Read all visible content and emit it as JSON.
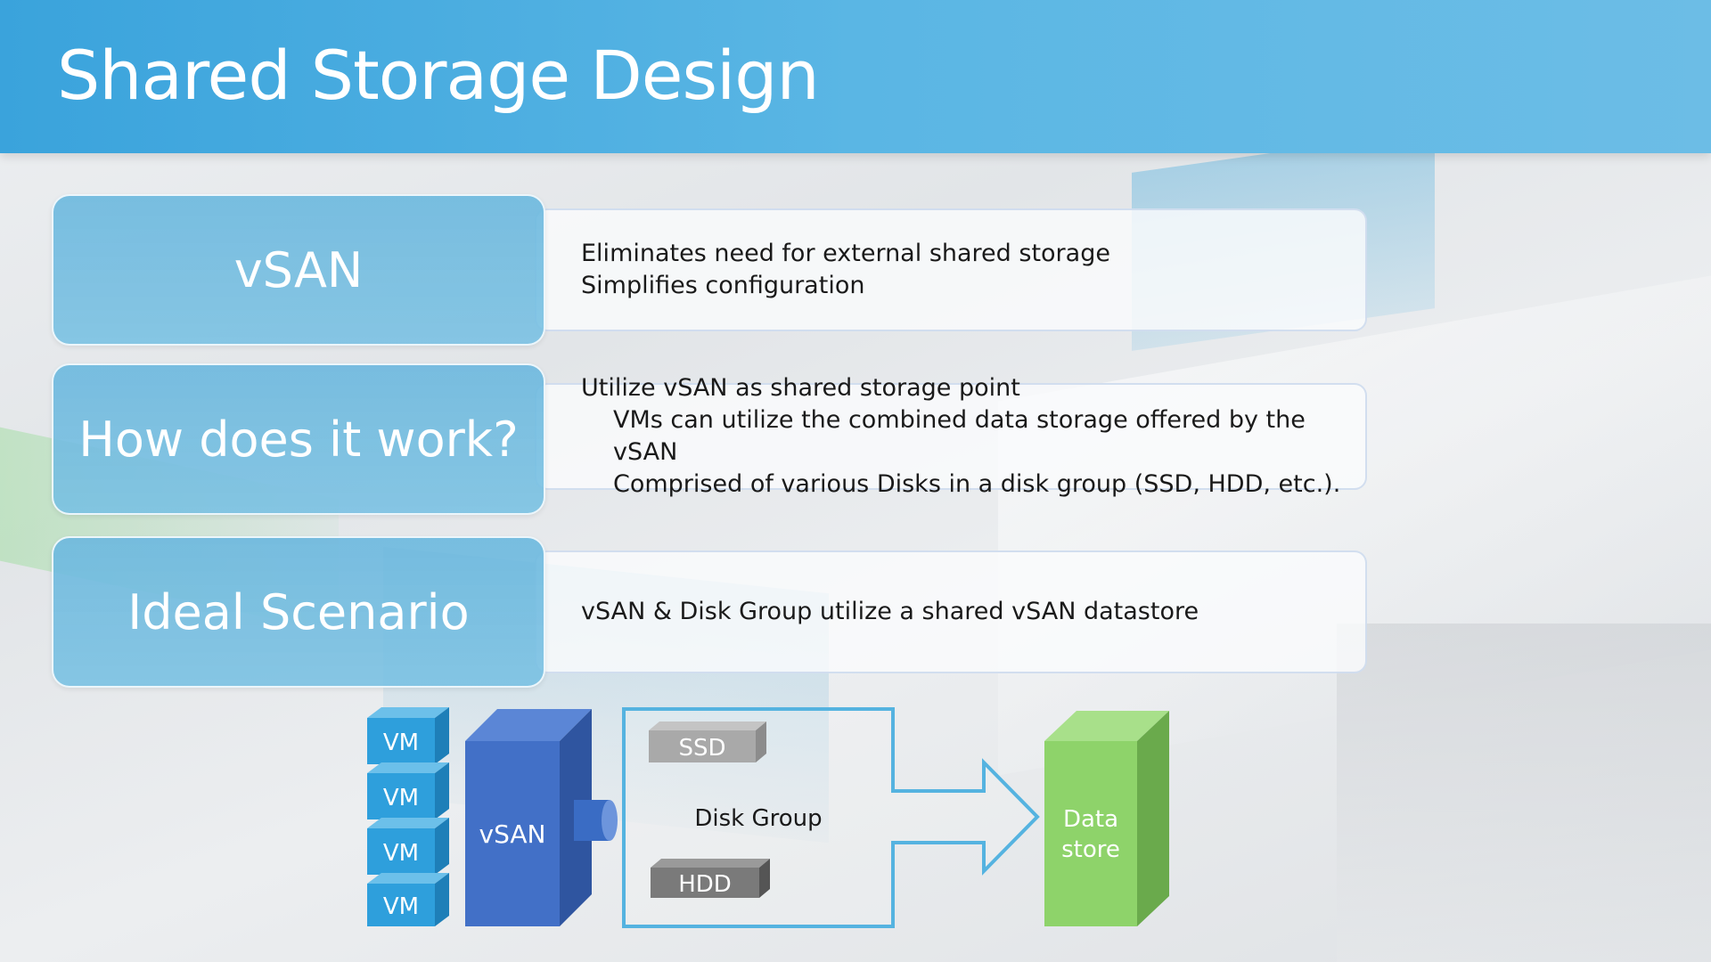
{
  "slide": {
    "title": "Shared Storage Design"
  },
  "rows": [
    {
      "label": "vSAN",
      "lines": [
        "Eliminates need for external shared storage",
        "Simplifies configuration"
      ]
    },
    {
      "label": "How does it work?",
      "lines": [
        "Utilize vSAN as shared storage point",
        "VMs can utilize the combined data storage offered by the vSAN",
        "Comprised of various Disks in a disk group (SSD, HDD, etc.)."
      ]
    },
    {
      "label": "Ideal Scenario",
      "lines": [
        "vSAN & Disk Group utilize a shared vSAN datastore"
      ]
    }
  ],
  "diagram": {
    "vm_labels": [
      "VM",
      "VM",
      "VM",
      "VM"
    ],
    "vsan_label": "vSAN",
    "ssd_label": "SSD",
    "disk_group_label": "Disk Group",
    "hdd_label": "HDD",
    "datastore_label_line1": "Data",
    "datastore_label_line2": "store",
    "colors": {
      "vm": "#2e9fdc",
      "vsan": "#3f6fc8",
      "datastore": "#8ed36a",
      "disk_group_border": "#55b3e0",
      "ssd": "#a9a9a9",
      "hdd": "#7a7a7a"
    }
  }
}
